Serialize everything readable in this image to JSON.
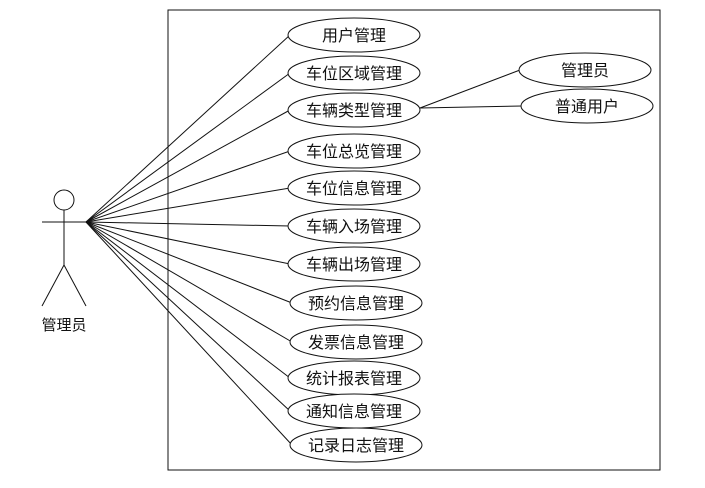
{
  "actor": {
    "label": "管理员",
    "icon": "stick-figure-actor-icon"
  },
  "use_cases": [
    {
      "id": "uc-user",
      "label": "用户管理"
    },
    {
      "id": "uc-space-area",
      "label": "车位区域管理"
    },
    {
      "id": "uc-vehicle-type",
      "label": "车辆类型管理"
    },
    {
      "id": "uc-space-overview",
      "label": "车位总览管理"
    },
    {
      "id": "uc-space-info",
      "label": "车位信息管理"
    },
    {
      "id": "uc-vehicle-entry",
      "label": "车辆入场管理"
    },
    {
      "id": "uc-vehicle-exit",
      "label": "车辆出场管理"
    },
    {
      "id": "uc-reservation",
      "label": "预约信息管理"
    },
    {
      "id": "uc-invoice",
      "label": "发票信息管理"
    },
    {
      "id": "uc-report",
      "label": "统计报表管理"
    },
    {
      "id": "uc-notice",
      "label": "通知信息管理"
    },
    {
      "id": "uc-log",
      "label": "记录日志管理"
    }
  ],
  "sub_cases": [
    {
      "id": "sub-admin",
      "label": "管理员",
      "parent": "uc-vehicle-type"
    },
    {
      "id": "sub-normal-user",
      "label": "普通用户",
      "parent": "uc-vehicle-type"
    }
  ],
  "colors": {
    "stroke": "#111111",
    "background": "#ffffff"
  }
}
